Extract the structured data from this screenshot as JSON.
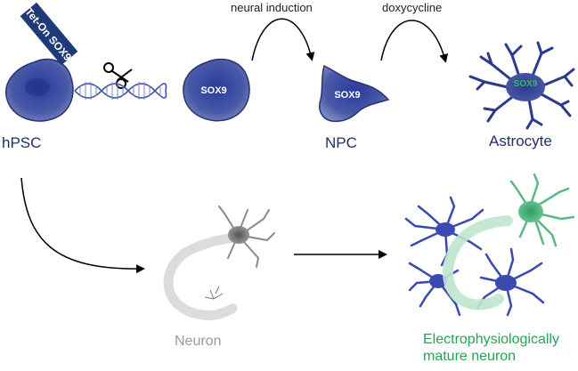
{
  "labels": {
    "hpsc": "hPSC",
    "npc": "NPC",
    "astrocyte": "Astrocyte",
    "neuron": "Neuron",
    "mature_neuron_line1": "Electrophysiologically",
    "mature_neuron_line2": "mature neuron",
    "neural_induction": "neural induction",
    "doxycycline": "doxycycline",
    "tet_on": "Tet-On SOX9",
    "sox9_cell": "SOX9",
    "sox9_npc": "SOX9",
    "sox9_astro": "SOX9"
  },
  "colors": {
    "cell_blue": "#3a4a9c",
    "cell_dark": "#1f2f6e",
    "label_blue": "#1f2f6e",
    "green": "#27a15a",
    "neuron_grey": "#9a9a9a",
    "light_green": "#bfe6cf"
  }
}
